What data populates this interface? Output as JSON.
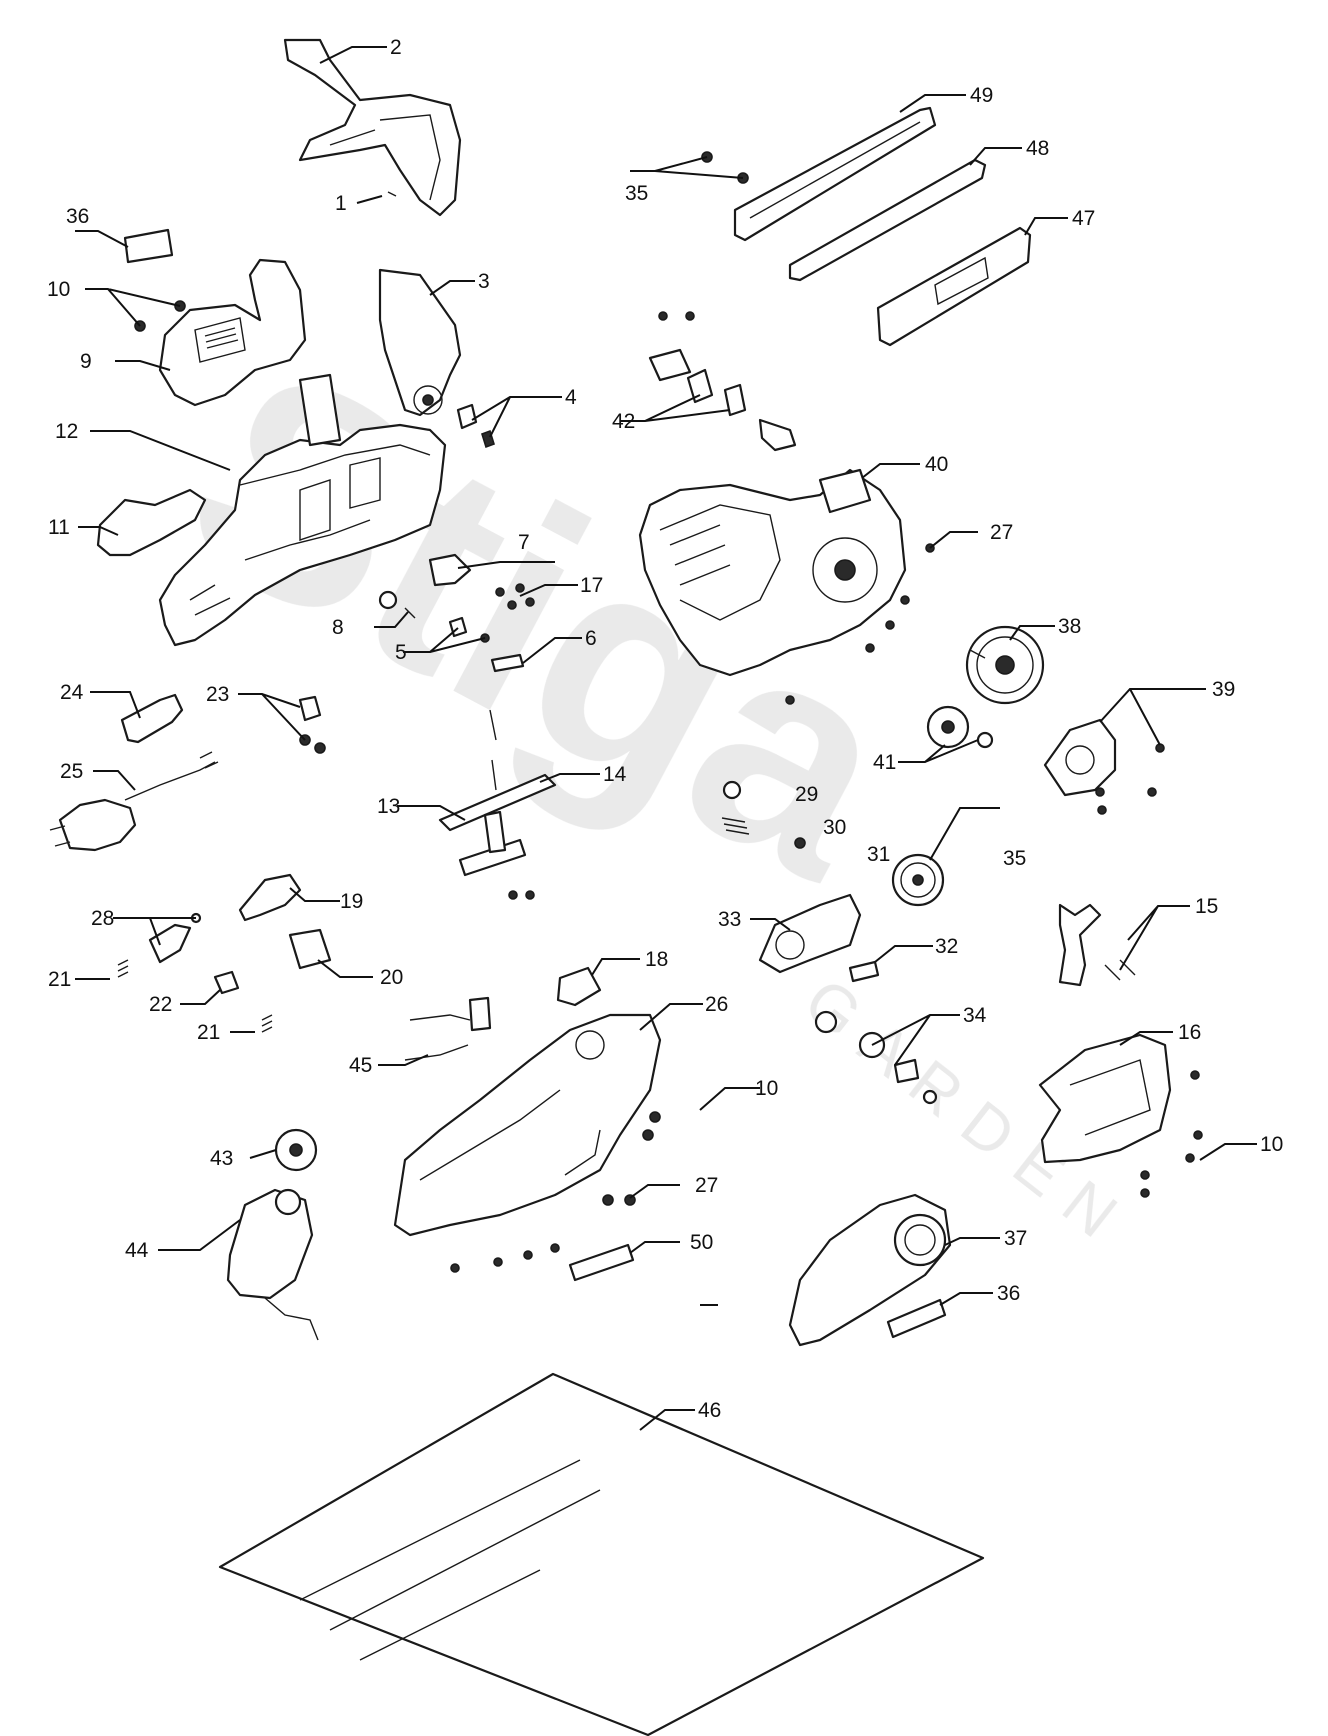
{
  "diagram": {
    "watermark": {
      "brand": "Stiga",
      "sub": "GARDEN"
    },
    "callouts": {
      "c1": "1",
      "c2": "2",
      "c3": "3",
      "c4": "4",
      "c5": "5",
      "c6": "6",
      "c7": "7",
      "c8": "8",
      "c9": "9",
      "c10a": "10",
      "c10b": "10",
      "c10c": "10",
      "c11": "11",
      "c12": "12",
      "c13": "13",
      "c14": "14",
      "c15": "15",
      "c16": "16",
      "c17": "17",
      "c18": "18",
      "c19": "19",
      "c20": "20",
      "c21a": "21",
      "c21b": "21",
      "c22": "22",
      "c23": "23",
      "c24": "24",
      "c25": "25",
      "c26": "26",
      "c27a": "27",
      "c27b": "27",
      "c28": "28",
      "c29": "29",
      "c30": "30",
      "c31": "31",
      "c32": "32",
      "c33": "33",
      "c34": "34",
      "c35a": "35",
      "c35b": "35",
      "c36a": "36",
      "c36b": "36",
      "c37": "37",
      "c38": "38",
      "c39": "39",
      "c40": "40",
      "c41": "41",
      "c42": "42",
      "c43": "43",
      "c44": "44",
      "c45": "45",
      "c46": "46",
      "c47": "47",
      "c48": "48",
      "c49": "49",
      "c50": "50"
    }
  }
}
